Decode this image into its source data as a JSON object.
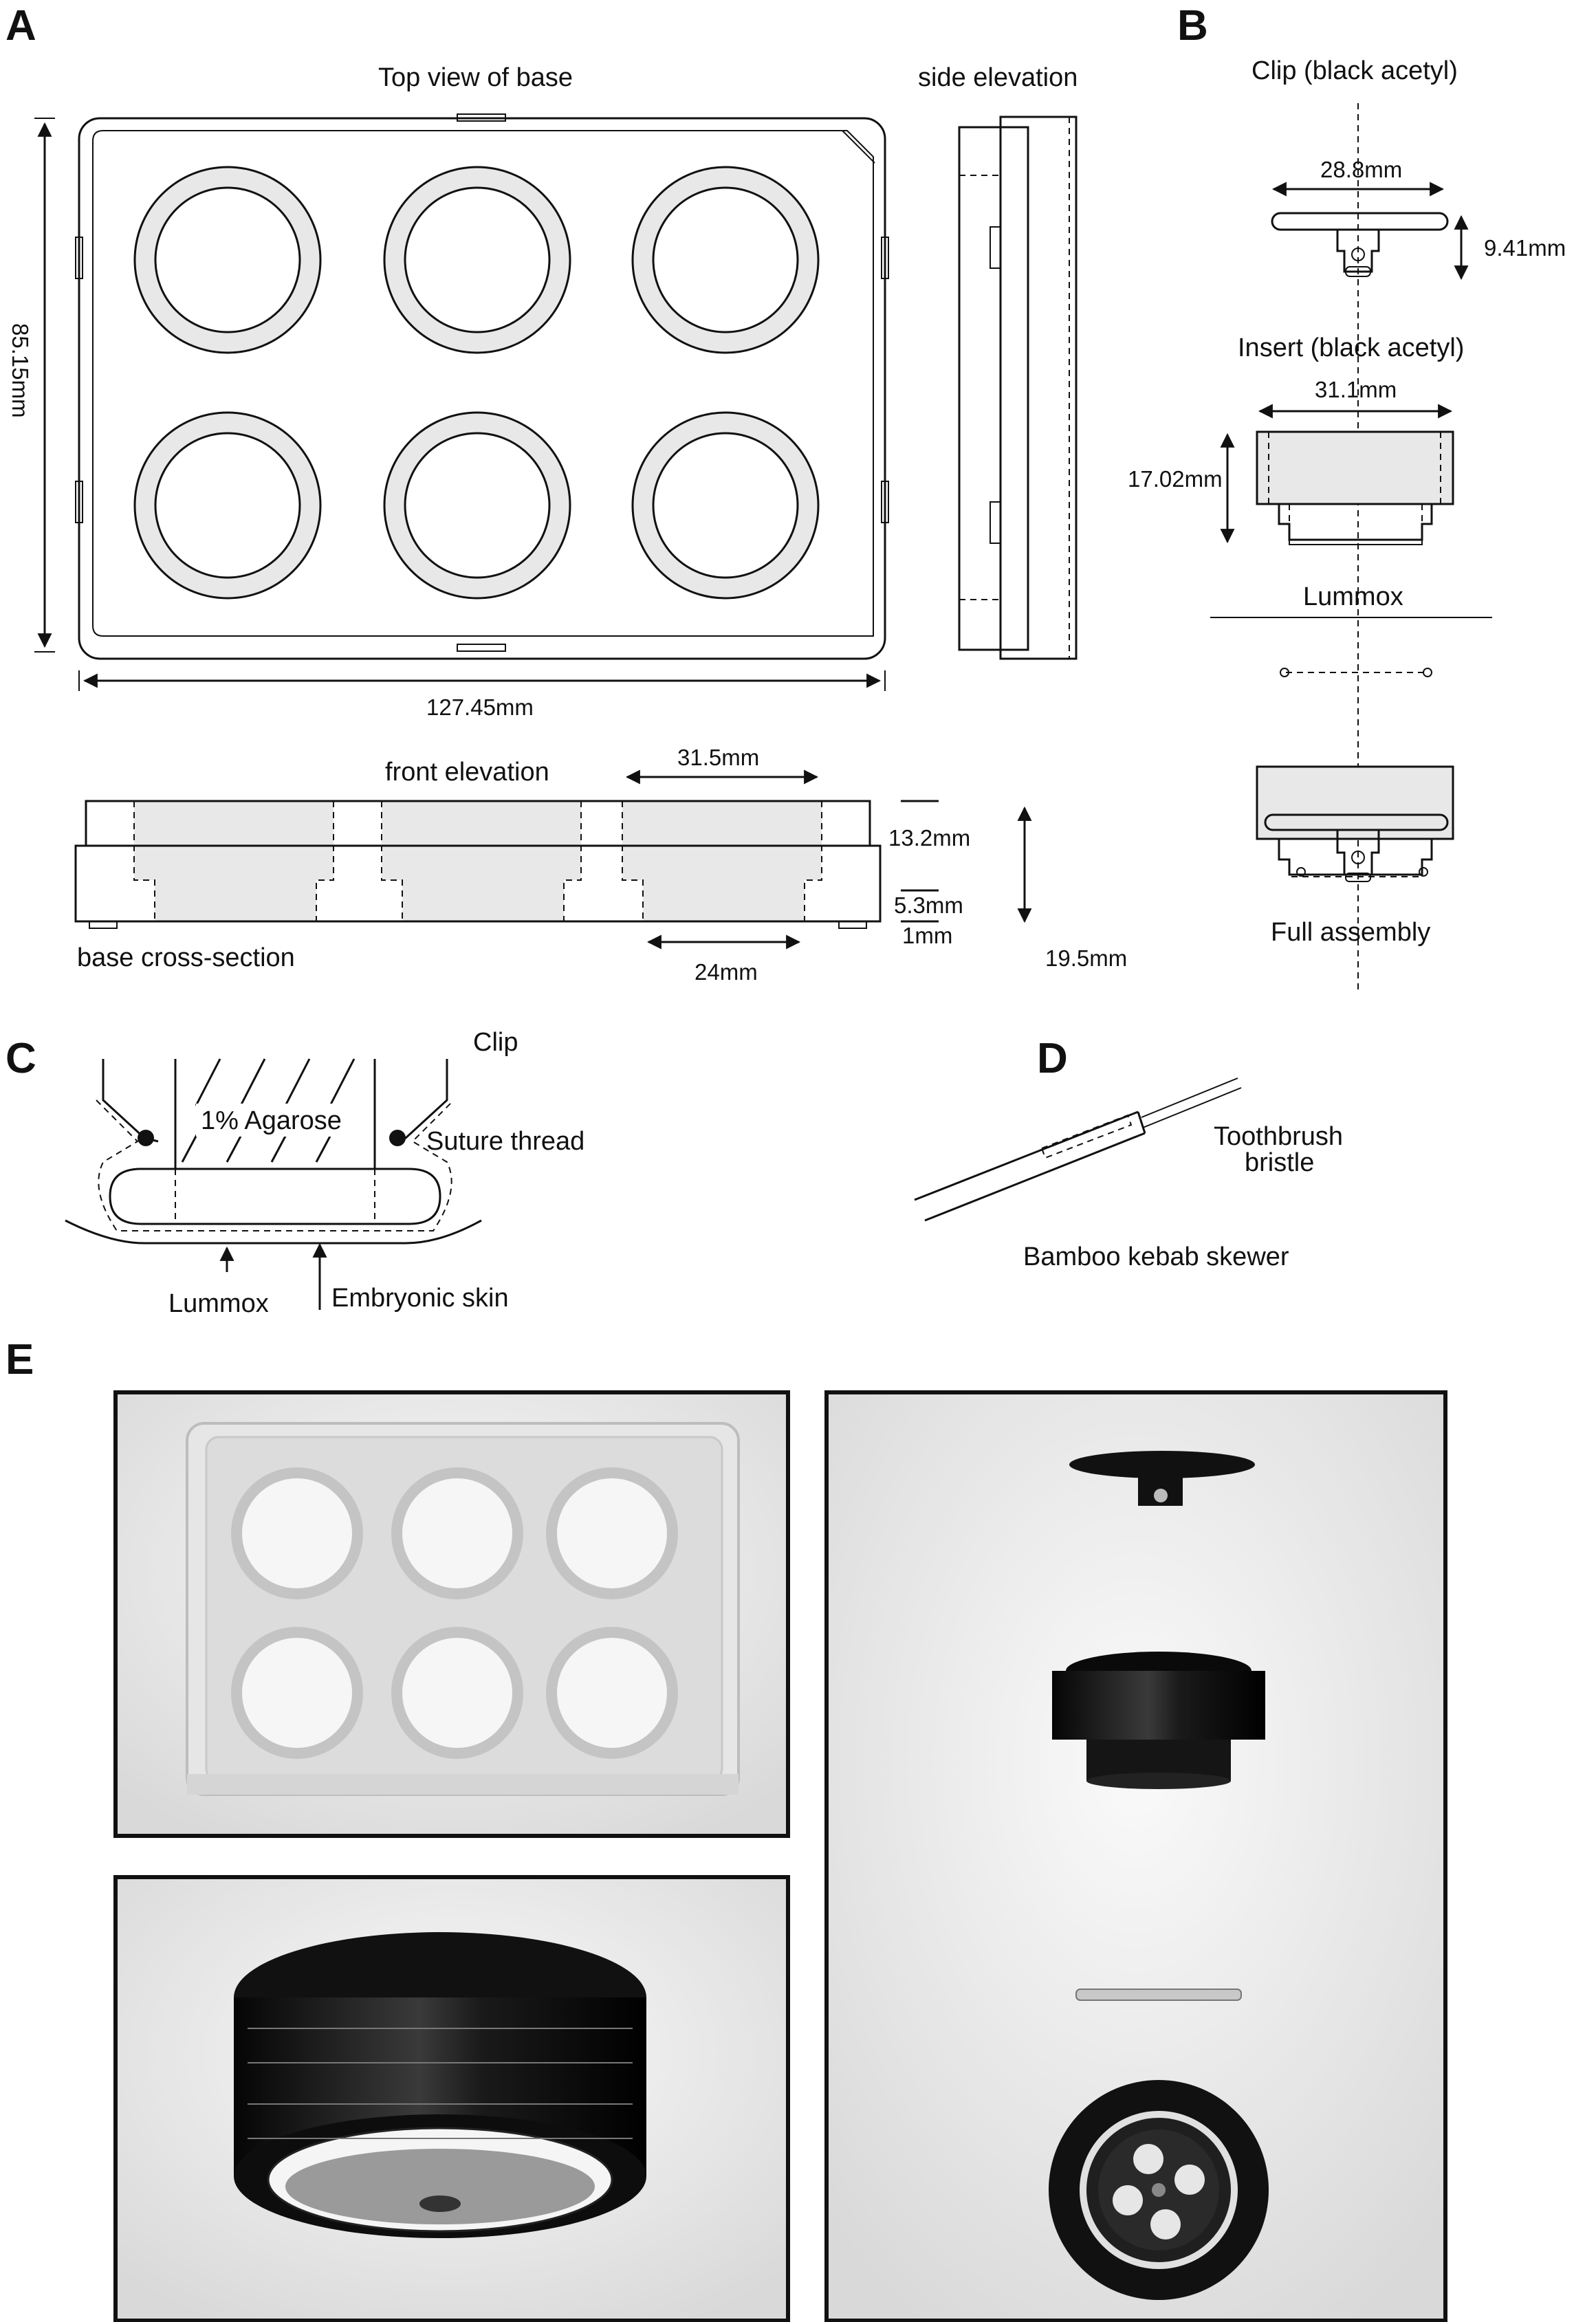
{
  "panels": {
    "A": {
      "letter": "A",
      "top_view_title": "Top view of base",
      "side_elevation_title": "side elevation",
      "height_dim": "85.15mm",
      "width_dim": "127.45mm",
      "front_elevation_title": "front elevation",
      "base_cross_section_label": "base cross-section",
      "well_outer_dim": "31.5mm",
      "well_inner_dim": "24mm",
      "dim_13_2": "13.2mm",
      "dim_5_3": "5.3mm",
      "dim_1": "1mm",
      "dim_19_5": "19.5mm"
    },
    "B": {
      "letter": "B",
      "clip_title": "Clip (black acetyl)",
      "clip_width": "28.8mm",
      "clip_height": "9.41mm",
      "insert_title": "Insert (black acetyl)",
      "insert_width": "31.1mm",
      "insert_height": "17.02mm",
      "lummox_label": "Lummox",
      "full_assembly_label": "Full assembly"
    },
    "C": {
      "letter": "C",
      "clip_label": "Clip",
      "agarose_label": "1% Agarose",
      "suture_label": "Suture thread",
      "lummox_label": "Lummox",
      "skin_label": "Embryonic skin"
    },
    "D": {
      "letter": "D",
      "bristle_label_line1": "Toothbrush",
      "bristle_label_line2": "bristle",
      "skewer_label": "Bamboo kebab skewer"
    },
    "E": {
      "letter": "E"
    }
  },
  "photos": {
    "background": "#f2f2f2",
    "part_color": "#141414"
  }
}
